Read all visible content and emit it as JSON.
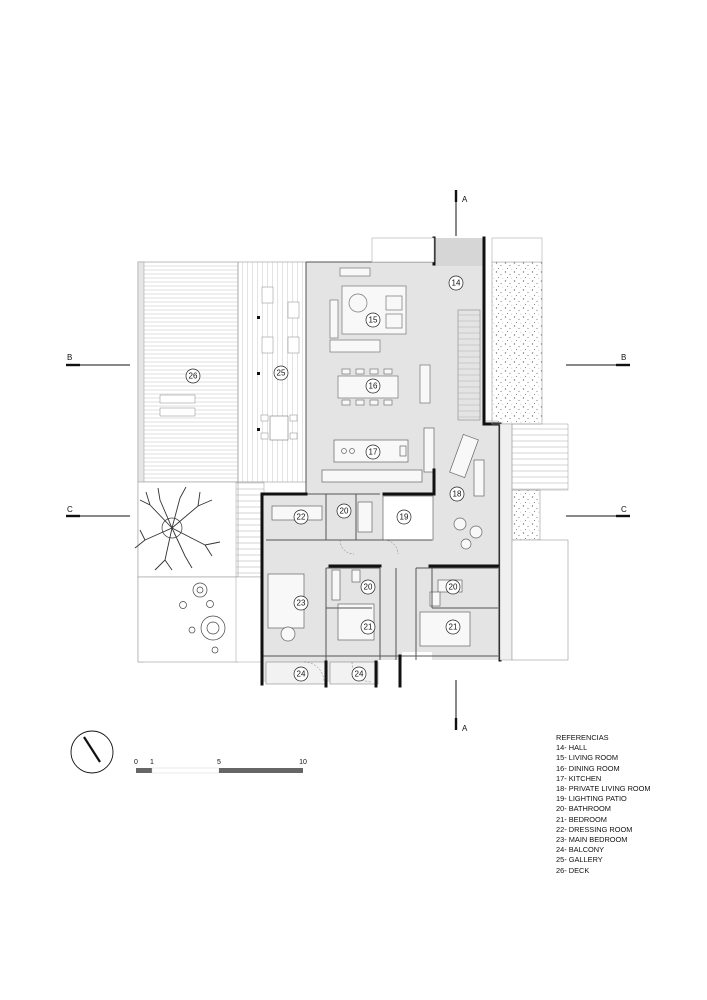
{
  "sections": {
    "a_top": "A",
    "a_bottom": "A",
    "b_left": "B",
    "b_right": "B",
    "c_left": "C",
    "c_right": "C"
  },
  "rooms": {
    "r14": "14",
    "r15": "15",
    "r16": "16",
    "r17": "17",
    "r18": "18",
    "r19": "19",
    "r20a": "20",
    "r20b": "20",
    "r20c": "20",
    "r21a": "21",
    "r21b": "21",
    "r22": "22",
    "r23": "23",
    "r24a": "24",
    "r24b": "24",
    "r25": "25",
    "r26": "26"
  },
  "scale": {
    "t0": "0",
    "t1": "1",
    "t5": "5",
    "t10": "10"
  },
  "legend": {
    "title": "REFERENCIAS",
    "items": [
      "14- HALL",
      "15- LIVING ROOM",
      "16- DINING ROOM",
      "17- KITCHEN",
      "18- PRIVATE LIVING ROOM",
      "19- LIGHTING PATIO",
      "20- BATHROOM",
      "21- BEDROOM",
      "22- DRESSING ROOM",
      "23- MAIN BEDROOM",
      "24- BALCONY",
      "25- GALLERY",
      "26- DECK"
    ]
  }
}
